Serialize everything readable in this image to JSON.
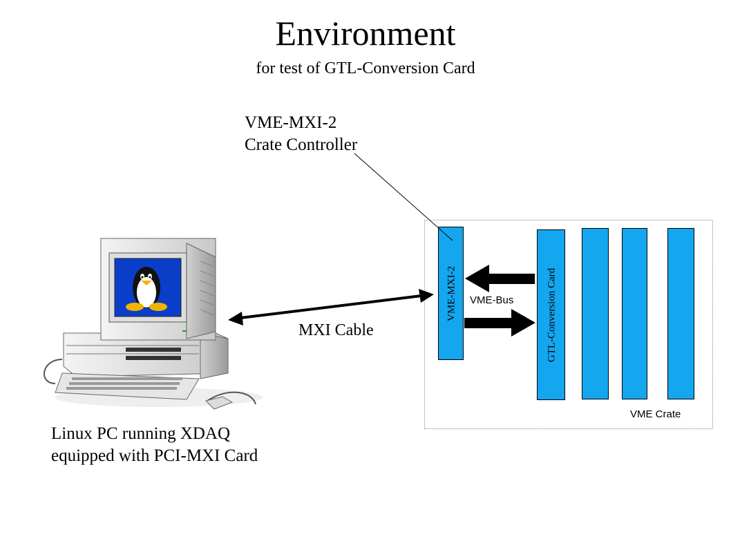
{
  "title": "Environment",
  "subtitle": "for test of GTL-Conversion Card",
  "controller_label": [
    "VME-MXI-2",
    "Crate Controller"
  ],
  "pc_label": [
    "Linux PC running XDAQ",
    "equipped with PCI-MXI Card"
  ],
  "cable_label": "MXI Cable",
  "bus_label": "VME-Bus",
  "crate_label": "VME Crate",
  "cards": {
    "mxi": "VME-MXI-2",
    "gtl": "GTL-Conversion Card"
  },
  "colors": {
    "card": "#14a6ee",
    "screen": "#0a3ec8"
  },
  "icons": {
    "pc": "computer-icon",
    "tux": "penguin-icon"
  }
}
